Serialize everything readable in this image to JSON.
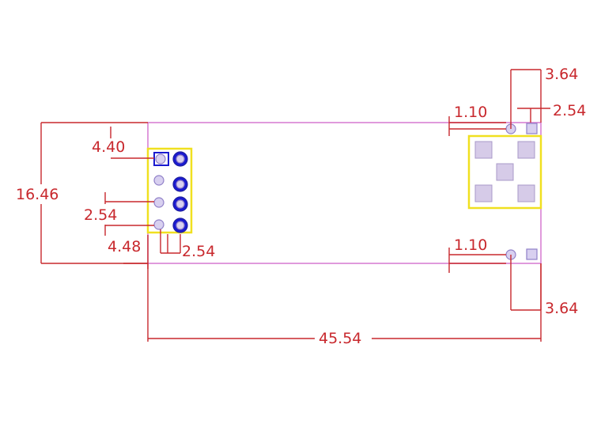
{
  "drawing": {
    "colors": {
      "dimension": "#c8282d",
      "board_outline": "#d678d0",
      "component_outline": "#f0e020",
      "pad": "#d6cbe8",
      "pin_filled": "#1a1ad0",
      "pin_open": "#d8d0f0"
    },
    "dimensions": {
      "height_total": "16.46",
      "header_top_offset": "4.40",
      "header_pitch_left": "2.54",
      "header_left_offset": "4.48",
      "header_pitch_bottom": "2.54",
      "width_total": "45.54",
      "top_right_offset": "3.64",
      "top_right_pitch": "2.54",
      "top_hole_offset": "1.10",
      "bottom_hole_offset": "1.10",
      "bottom_right_offset": "3.64"
    }
  }
}
